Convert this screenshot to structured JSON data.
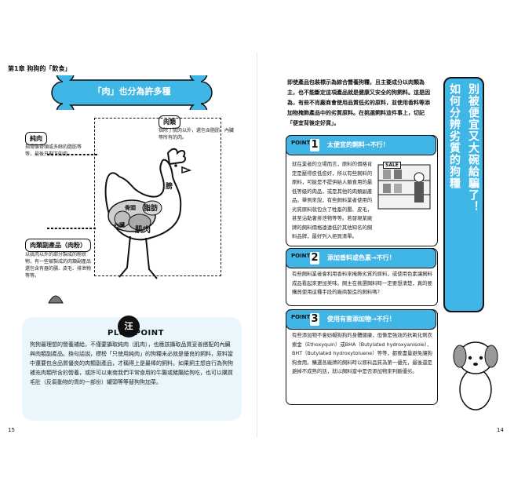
{
  "left_page": {
    "chapter": "第1章 狗狗的「飲食」",
    "title": "「肉」也分為許多種",
    "labels": {
      "pure_meat": {
        "name": "純肉",
        "desc": "指骨骼骨頭或多餘的脂肪等等，最後只剩下的肉。"
      },
      "meat": {
        "name": "肉類",
        "desc": "指除了肌肉以外，還包含脂肪、內臟等所有的肉。"
      },
      "by_product": {
        "name": "肉類副產品（肉粉）",
        "desc": "以肌肉以外的部分製成的粉狀物，有一些被製成的肉類副產品還包含有器的腸、皮毛、排泄物等等。"
      }
    },
    "chicken_parts": [
      "膀",
      "脂肪",
      "骨頭",
      "內臟",
      "肌肉"
    ],
    "plus_point": {
      "badge": "汪",
      "title": "PLUS POINT",
      "text": "狗狗最理想的營養補給，不僅要攝取純肉（肌肉），也應該攝取品質妥善搭配的內臟與肉類副產品。換句話說，標榜「只使用純肉」的狗糧未必就是優良的飼料，原料當中還要包含品質優良的肉類副產品，才稱得上是最棒的飼料。如果飼主想自行為狗狗補充肉類所含的營養，或許可以東南我們平常食用的牛腸或豬腸給狗吃，也可以購買毛肚（反芻動物的胃的一部份）罐頭等等替狗狗加菜。"
    },
    "page_number": "15"
  },
  "right_page": {
    "intro": "即使產品包裝標示為綜合營養狗糧，且主要成分以肉類為主，也不能斷定這項產品就是健康又安全的狗飼料。這是因為，有些不肖廠商會使用品質低劣的原料，並使用香料等添加物掩飾產品中的劣質原料。在挑選飼料這件事上，切記「便宜背後定好貨」。",
    "vertical_title": [
      "別被便宜又大碗給騙了！",
      "如何分辨劣質的狗糧"
    ],
    "points": [
      {
        "tag": "POINT",
        "num": "1",
        "title": "太便宜的飼料→不行！",
        "body": "就在業者的立場而言，原料的價格肯定是壓得愈低愈好，所以有些飼料的原料，可能是不提供給人類食用的最低等級的肉品，或是其他的肉類副產品。舉例來說，有些飼料業者使用的劣質原料就包含了牲畜的腸、皮毛，甚至沾黏著排泄物等等。若發現某廠牌的飼料價格遠遠低於其他知名的飼料品牌，最好列入拒買清單。",
        "img_label": "SALE"
      },
      {
        "tag": "POINT",
        "num": "2",
        "title": "添加香料或色素→不行！",
        "body": "有些飼料業者會利用香料來掩飾劣質的原料，或使用色素讓飼料成品看起來更加美味。飼主在挑選飼料時一定要想清楚，真的要購買使用這種手段的廠商製造的飼料嗎？"
      },
      {
        "tag": "POINT",
        "num": "3",
        "title": "使用有害添加物→不行！",
        "body": "有些添加物不會妨礙狗狗的身體健康，但像是強效的抗氧化劑衣索金（Ethoxyquin）或BHA（Butylated hydroxyanisole）、BHT（Butylated hydroxytoluene）等等，都要盡量避免讓狗狗食用。購選各廠牌的飼料時以原料品質為第一優先，最後還是避掉不成熟的話，就以飼料當中是否添加物來判斷優劣。"
      }
    ],
    "page_number": "14"
  },
  "colors": {
    "accent": "#3fb6e6",
    "panel": "#e9f6fb",
    "ink": "#111111"
  }
}
